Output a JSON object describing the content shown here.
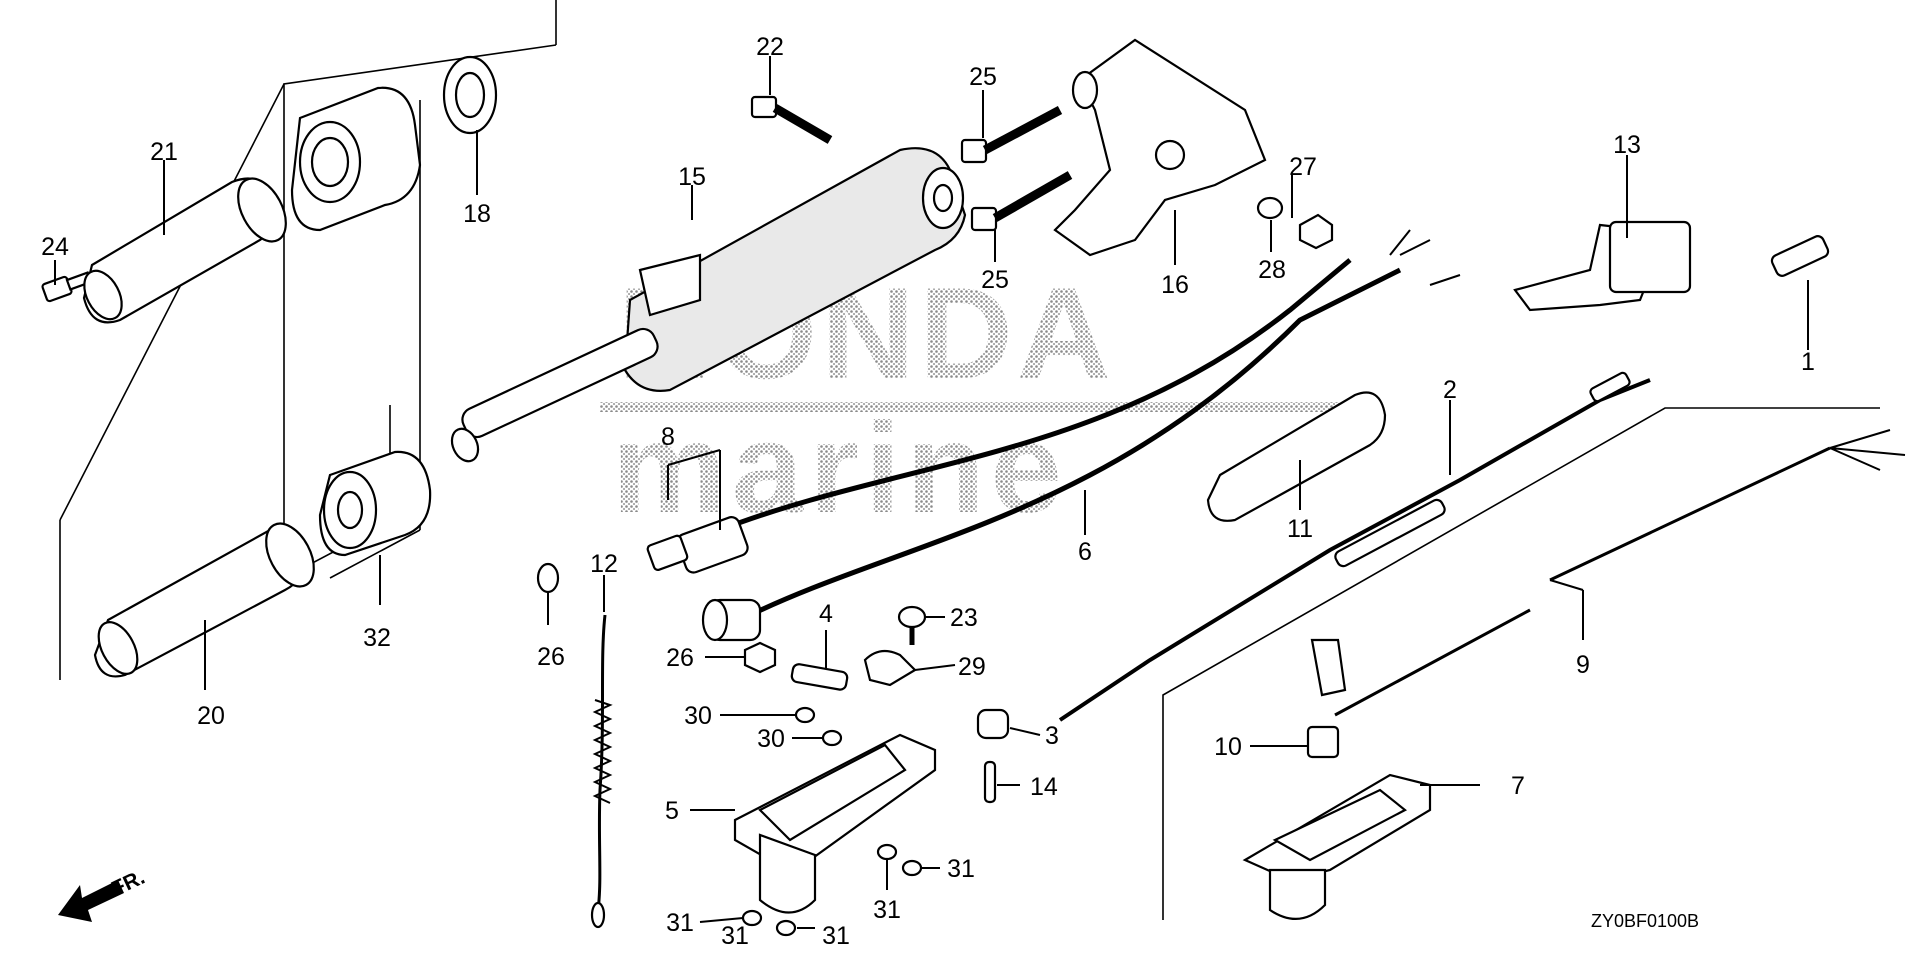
{
  "diagram": {
    "drawing_code": "ZY0BF0100B",
    "front_marker": "FR.",
    "watermark": {
      "line1": "HONDA",
      "line2": "marine"
    },
    "callouts": {
      "p1": "1",
      "p2": "2",
      "p3": "3",
      "p4": "4",
      "p5": "5",
      "p6": "6",
      "p7": "7",
      "p8": "8",
      "p9": "9",
      "p10": "10",
      "p11": "11",
      "p12": "12",
      "p13": "13",
      "p14": "14",
      "p15": "15",
      "p16": "16",
      "p18": "18",
      "p20": "20",
      "p21": "21",
      "p22": "22",
      "p23": "23",
      "p24": "24",
      "p25a": "25",
      "p25b": "25",
      "p26a": "26",
      "p26b": "26",
      "p27": "27",
      "p28": "28",
      "p29": "29",
      "p30a": "30",
      "p30b": "30",
      "p31a": "31",
      "p31b": "31",
      "p31c": "31",
      "p31d": "31",
      "p31e": "31",
      "p32": "32"
    }
  }
}
